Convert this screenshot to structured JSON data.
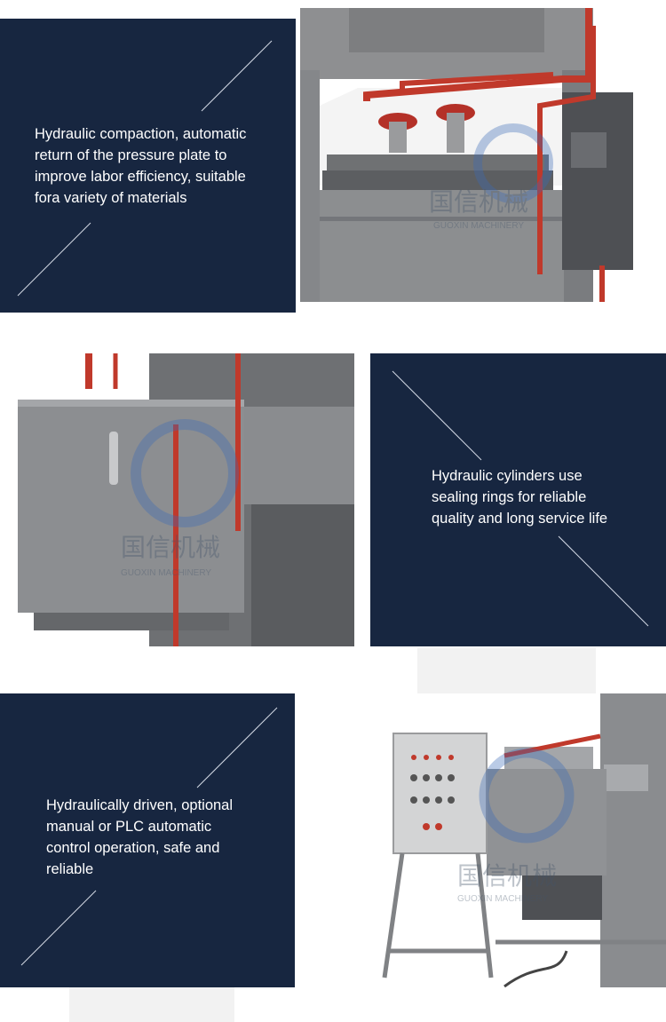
{
  "sections": [
    {
      "text": "Hydraulic compaction, automatic\nreturn of the pressure plate to\nimprove labor efficiency, suitable\nfora variety of materials",
      "image_alt": "hydraulic-press-top-pressure-plate"
    },
    {
      "text": "Hydraulic cylinders use\nsealing rings for reliable\nquality and long service life",
      "image_alt": "hydraulic-oil-tank-and-frame"
    },
    {
      "text": "Hydraulically driven, optional\nmanual or PLC automatic\ncontrol operation, safe and\nreliable",
      "image_alt": "control-panel-and-hydraulic-station"
    }
  ],
  "watermark": {
    "cn": "国信机械",
    "en": "GUOXIN MACHINERY"
  },
  "colors": {
    "panel_bg": "#172640",
    "machine_gray": "#8a8b8d",
    "pipe_red": "#c0392b"
  }
}
